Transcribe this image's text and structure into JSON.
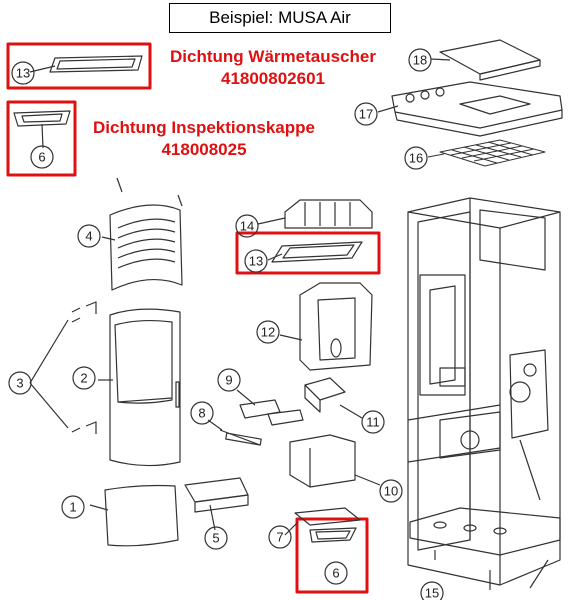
{
  "header": {
    "title": "Beispiel: MUSA Air"
  },
  "highlights": {
    "gasket_heat_exchanger": {
      "name": "Dichtung Wärmetauscher",
      "part_number": "41800802601"
    },
    "gasket_inspection_cap": {
      "name": "Dichtung Inspektionskappe",
      "part_number": "418008025"
    }
  },
  "callouts": [
    "1",
    "2",
    "3",
    "4",
    "5",
    "6",
    "7",
    "8",
    "9",
    "10",
    "11",
    "12",
    "13",
    "14",
    "15",
    "16",
    "17",
    "18"
  ],
  "colors": {
    "highlight": "#e01010",
    "line": "#333333"
  }
}
